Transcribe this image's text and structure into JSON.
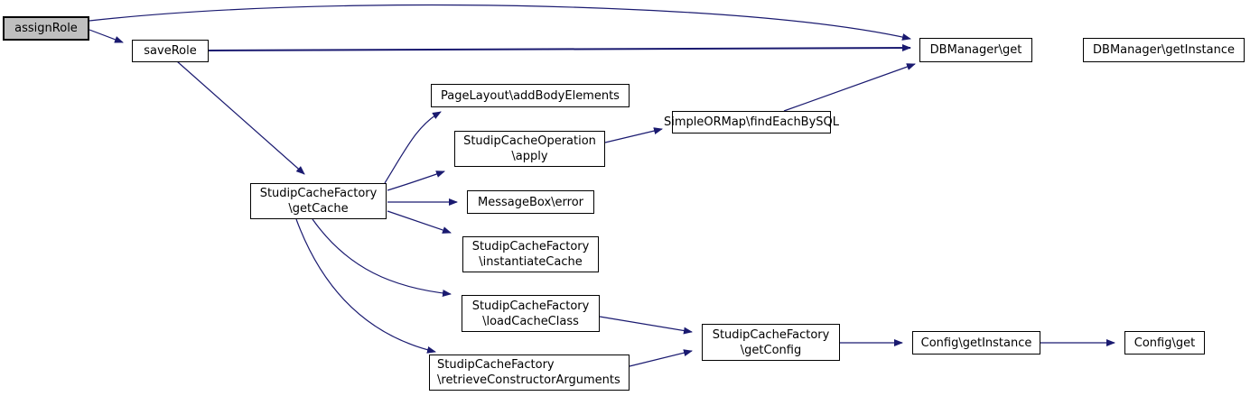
{
  "diagram": {
    "type": "call-graph",
    "nodes": [
      {
        "id": "assignRole",
        "label": "assignRole",
        "current": true
      },
      {
        "id": "saveRole",
        "label": "saveRole"
      },
      {
        "id": "dbmanager-get",
        "label": "DBManager\\get"
      },
      {
        "id": "dbmanager-getinstance",
        "label": "DBManager\\getInstance"
      },
      {
        "id": "pagelayout-addbodyelements",
        "label": "PageLayout\\addBodyElements"
      },
      {
        "id": "simpleormap-findeachbysql",
        "label": "SimpleORMap\\findEachBySQL"
      },
      {
        "id": "studipcacheoperation-apply",
        "line1": "StudipCacheOperation",
        "line2": "\\apply"
      },
      {
        "id": "studipcachefactory-getcache",
        "line1": "StudipCacheFactory",
        "line2": "\\getCache"
      },
      {
        "id": "messagebox-error",
        "label": "MessageBox\\error"
      },
      {
        "id": "studipcachefactory-instantiatecache",
        "line1": "StudipCacheFactory",
        "line2": "\\instantiateCache"
      },
      {
        "id": "studipcachefactory-loadcacheclass",
        "line1": "StudipCacheFactory",
        "line2": "\\loadCacheClass"
      },
      {
        "id": "studipcachefactory-retrieveconstructorarguments",
        "line1": "StudipCacheFactory",
        "line2": "\\retrieveConstructorArguments"
      },
      {
        "id": "studipcachefactory-getconfig",
        "line1": "StudipCacheFactory",
        "line2": "\\getConfig"
      },
      {
        "id": "config-getinstance",
        "label": "Config\\getInstance"
      },
      {
        "id": "config-get",
        "label": "Config\\get"
      }
    ],
    "edges": [
      {
        "from": "assignRole",
        "to": "DBManager\\get"
      },
      {
        "from": "assignRole",
        "to": "saveRole"
      },
      {
        "from": "saveRole",
        "to": "DBManager\\get"
      },
      {
        "from": "saveRole",
        "to": "StudipCacheFactory\\getCache"
      },
      {
        "from": "StudipCacheFactory\\getCache",
        "to": "PageLayout\\addBodyElements"
      },
      {
        "from": "StudipCacheFactory\\getCache",
        "to": "StudipCacheOperation\\apply"
      },
      {
        "from": "StudipCacheFactory\\getCache",
        "to": "MessageBox\\error"
      },
      {
        "from": "StudipCacheFactory\\getCache",
        "to": "StudipCacheFactory\\instantiateCache"
      },
      {
        "from": "StudipCacheFactory\\getCache",
        "to": "StudipCacheFactory\\loadCacheClass"
      },
      {
        "from": "StudipCacheFactory\\getCache",
        "to": "StudipCacheFactory\\retrieveConstructorArguments"
      },
      {
        "from": "StudipCacheOperation\\apply",
        "to": "SimpleORMap\\findEachBySQL"
      },
      {
        "from": "SimpleORMap\\findEachBySQL",
        "to": "DBManager\\get"
      },
      {
        "from": "StudipCacheFactory\\loadCacheClass",
        "to": "StudipCacheFactory\\getConfig"
      },
      {
        "from": "StudipCacheFactory\\retrieveConstructorArguments",
        "to": "StudipCacheFactory\\getConfig"
      },
      {
        "from": "StudipCacheFactory\\getConfig",
        "to": "Config\\getInstance"
      },
      {
        "from": "Config\\getInstance",
        "to": "Config\\get"
      }
    ],
    "colors": {
      "edge": "#1a1a70",
      "node_border": "#000000",
      "node_fill": "#ffffff",
      "current_node_fill": "#bfbfbf",
      "background": "#ffffff"
    }
  }
}
